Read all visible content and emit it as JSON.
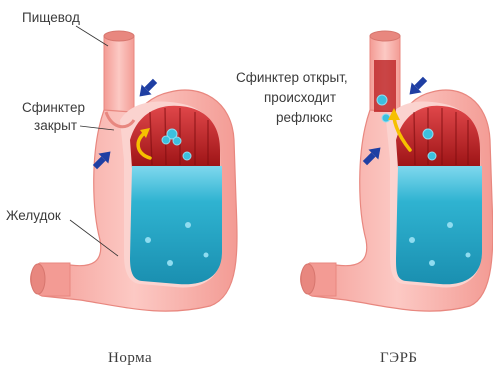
{
  "labels": {
    "esophagus": "Пищевод",
    "sphincter_closed_line1": "Сфинктер",
    "sphincter_closed_line2": "закрыт",
    "stomach": "Желудок",
    "sphincter_open_line1": "Сфинктер открыт,",
    "sphincter_open_line2": "происходит",
    "sphincter_open_line3": "рефлюкс"
  },
  "captions": {
    "left": "Норма",
    "right": "ГЭРБ"
  },
  "colors": {
    "tissue": "#f6b3ad",
    "tissue_dark": "#e8877f",
    "tissue_light": "#fbd3cf",
    "acid": "#2fb3d1",
    "acid_light": "#8fdcf0",
    "mucosa": "#b8191c",
    "mucosa_light": "#e0474a",
    "arrow": "#1f3fa3",
    "reflux_arrow": "#f6c000",
    "text": "#3b3b3b"
  },
  "icons": [
    "pressure-arrow-icon",
    "reflux-arrow-icon"
  ]
}
